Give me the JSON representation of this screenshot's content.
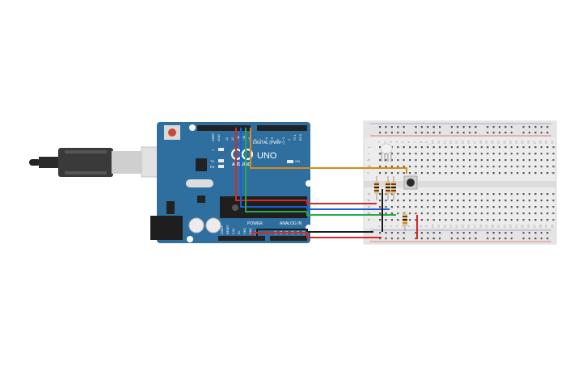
{
  "board": {
    "logo_text": "ARDUINO",
    "model": "UNO",
    "digital_label": "DIGITAL (PWM~)",
    "power_label": "POWER",
    "analog_label": "ANALOG IN",
    "on_label": "ON",
    "l_label": "L",
    "tx_label": "TX",
    "rx_label": "RX",
    "aref_label": "AREF",
    "gnd_label": "GND",
    "power_pins": [
      "IOREF",
      "RESET",
      "3.3V",
      "5V",
      "GND",
      "GND",
      "Vin"
    ],
    "analog_pins": [
      "A0",
      "A1",
      "A2",
      "A3",
      "A4",
      "A5"
    ],
    "digital_pins": [
      "13",
      "12",
      "~11",
      "~10",
      "~9",
      "8",
      "7",
      "~6",
      "~5",
      "4",
      "~3",
      "2",
      "TX 1",
      "RX 0"
    ]
  },
  "breadboard": {
    "row_letters_top": [
      "j",
      "i",
      "h",
      "g",
      "f"
    ],
    "row_letters_bottom": [
      "e",
      "d",
      "c",
      "b",
      "a"
    ],
    "column_numbers": [
      "1",
      "2",
      "3",
      "4",
      "5",
      "6",
      "7",
      "8",
      "9",
      "10",
      "11",
      "12",
      "13",
      "14",
      "15",
      "16",
      "17",
      "18",
      "19",
      "20",
      "21",
      "22",
      "23",
      "24",
      "25",
      "26",
      "27",
      "28",
      "29",
      "30"
    ]
  },
  "colors": {
    "board": "#2f6f9f",
    "wire_red": "#d62828",
    "wire_blue": "#1f5fd6",
    "wire_green": "#2aa84a",
    "wire_orange": "#d88a16",
    "wire_black": "#1a1a1a",
    "breadboard": "#ececec"
  },
  "components": {
    "icons": [
      "usb-cable-icon",
      "rgb-led-icon",
      "pushbutton-icon",
      "resistor-icon"
    ]
  }
}
